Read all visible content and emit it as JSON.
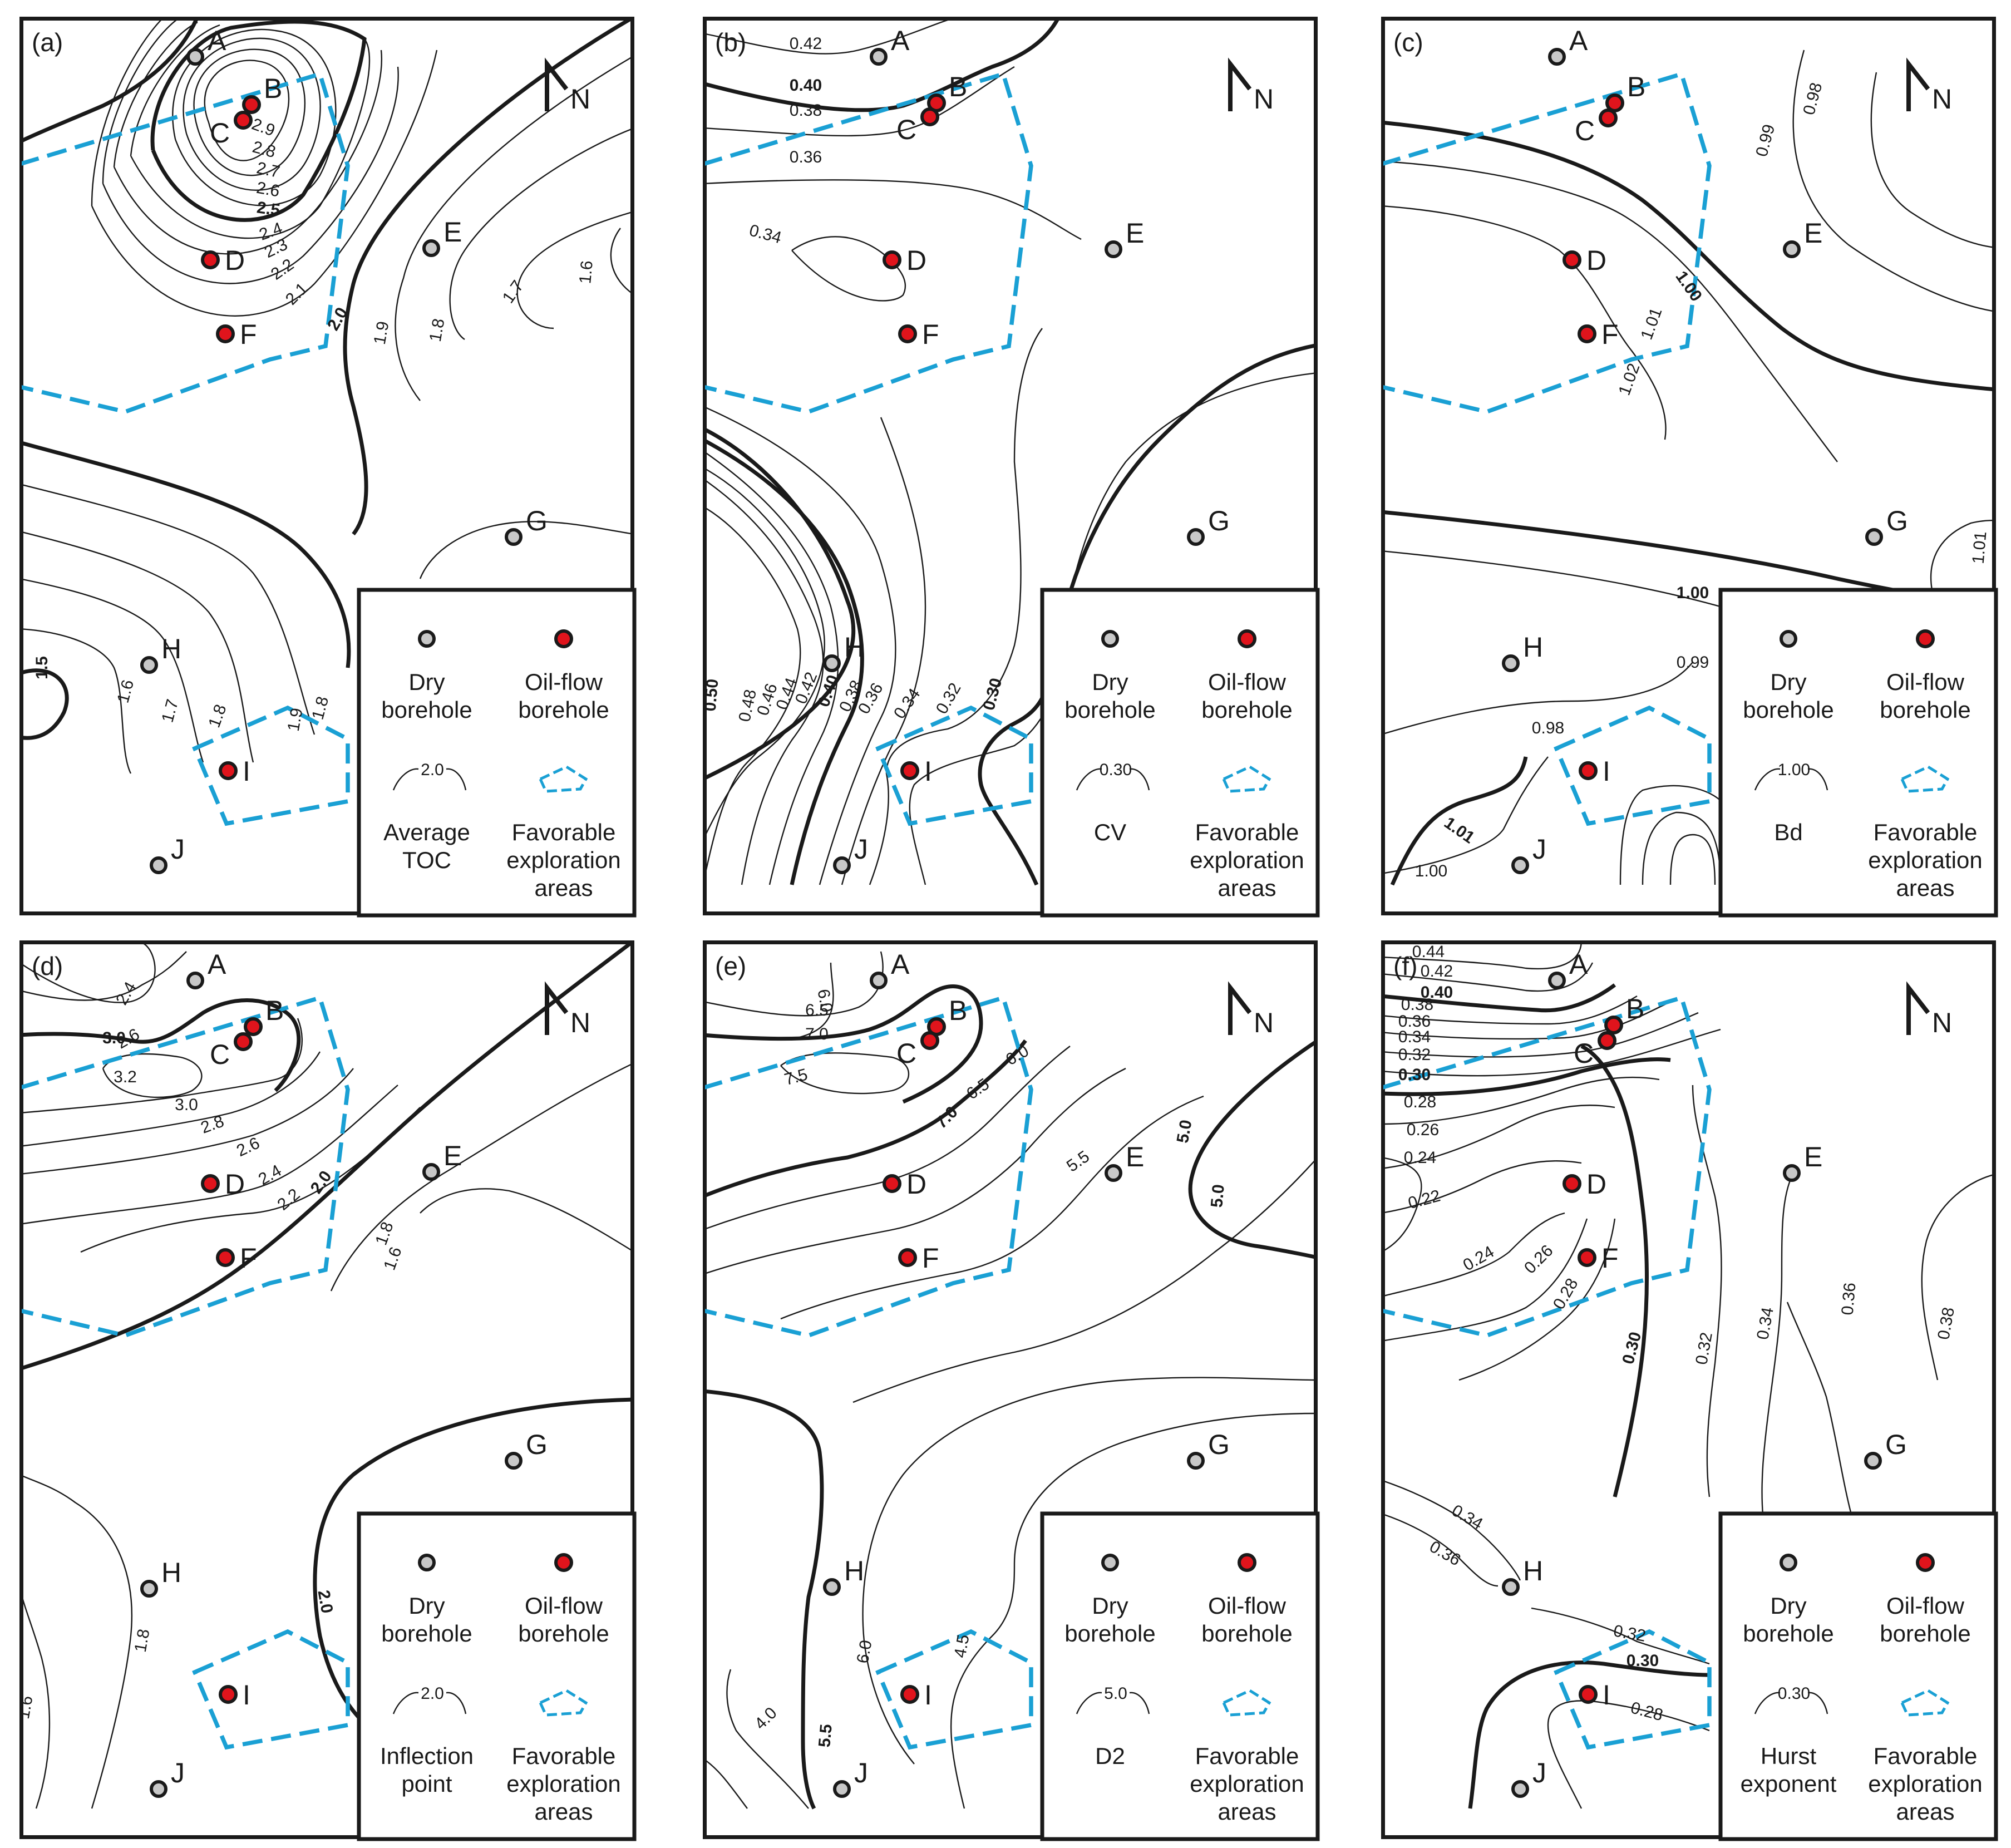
{
  "legend": {
    "dry_line1": "Dry",
    "dry_line2": "borehole",
    "oil_line1": "Oil-flow",
    "oil_line2": "borehole",
    "fav_line1": "Favorable",
    "fav_line2": "exploration",
    "fav_line3": "areas"
  },
  "north_label": "N",
  "wells": {
    "dry": [
      "A",
      "E",
      "G",
      "H",
      "J"
    ],
    "oil": [
      "B",
      "C",
      "D",
      "F",
      "I"
    ]
  },
  "colors": {
    "favorable": "#1aa0d4",
    "oil_borehole": "#e0141c",
    "dry_borehole": "#c8c8c8"
  },
  "panels": [
    {
      "label": "(a)",
      "legend_value": "2.0",
      "legend_name_line1": "Average",
      "legend_name_line2": "TOC",
      "contour_labels": [
        "2.9",
        "2.8",
        "2.7",
        "2.6",
        "2.5",
        "2.4",
        "2.3",
        "2.2",
        "2.1",
        "2.0",
        "1.9",
        "1.8",
        "1.7",
        "1.6",
        "1.5",
        "1.6",
        "1.7",
        "1.8",
        "1.9",
        "1.8"
      ]
    },
    {
      "label": "(b)",
      "legend_value": "0.30",
      "legend_name_line1": "CV",
      "legend_name_line2": "",
      "contour_labels": [
        "0.42",
        "0.40",
        "0.38",
        "0.36",
        "0.34",
        "0.50",
        "0.48",
        "0.46",
        "0.44",
        "0.42",
        "0.40",
        "0.38",
        "0.36",
        "0.34",
        "0.32",
        "0.30"
      ]
    },
    {
      "label": "(c)",
      "legend_value": "1.00",
      "legend_name_line1": "Bd",
      "legend_name_line2": "",
      "contour_labels": [
        "0.98",
        "0.99",
        "1.00",
        "1.01",
        "1.02",
        "1.00",
        "0.99",
        "0.98",
        "1.01",
        "1.00",
        "1.01"
      ]
    },
    {
      "label": "(d)",
      "legend_value": "2.0",
      "legend_name_line1": "Inflection",
      "legend_name_line2": "point",
      "contour_labels": [
        "2.4",
        "2.6",
        "3.0",
        "3.2",
        "3.0",
        "2.8",
        "2.6",
        "2.4",
        "2.2",
        "2.0",
        "1.8",
        "1.6",
        "2.0",
        "1.8",
        "1.6"
      ]
    },
    {
      "label": "(e)",
      "legend_value": "5.0",
      "legend_name_line1": "D2",
      "legend_name_line2": "",
      "contour_labels": [
        "6.0",
        "6.5",
        "7.0",
        "7.5",
        "7.0",
        "6.5",
        "6.0",
        "5.5",
        "5.0",
        "5.0",
        "5.5",
        "6.0",
        "4.5",
        "4.0"
      ]
    },
    {
      "label": "(f)",
      "legend_value": "0.30",
      "legend_name_line1": "Hurst",
      "legend_name_line2": "exponent",
      "contour_labels": [
        "0.44",
        "0.42",
        "0.40",
        "0.38",
        "0.36",
        "0.34",
        "0.32",
        "0.30",
        "0.28",
        "0.26",
        "0.24",
        "0.22",
        "0.24",
        "0.26",
        "0.28",
        "0.30",
        "0.32",
        "0.34",
        "0.36",
        "0.38",
        "0.34",
        "0.36",
        "0.32",
        "0.30",
        "0.28"
      ]
    }
  ]
}
